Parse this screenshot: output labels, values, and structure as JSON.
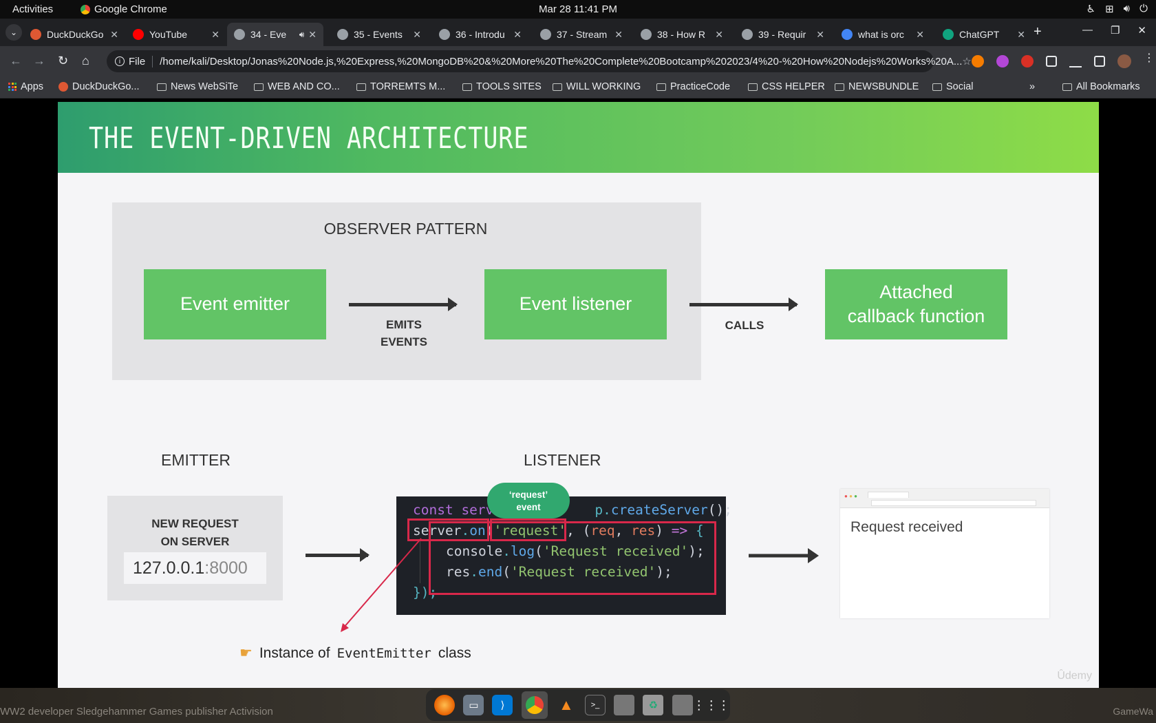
{
  "topbar": {
    "activities": "Activities",
    "app_name": "Google Chrome",
    "clock": "Mar 28  11:41 PM"
  },
  "tabs": [
    {
      "title": "DuckDuckGo",
      "icon": "duckduckgo-icon",
      "color": "#de5833"
    },
    {
      "title": "YouTube",
      "icon": "youtube-icon",
      "color": "#ff0000"
    },
    {
      "title": "34 - Eve",
      "icon": "globe-icon",
      "color": "#9aa0a6",
      "active": true
    },
    {
      "title": "35 - Events",
      "icon": "globe-icon",
      "color": "#9aa0a6"
    },
    {
      "title": "36 - Introdu",
      "icon": "globe-icon",
      "color": "#9aa0a6"
    },
    {
      "title": "37 - Stream",
      "icon": "globe-icon",
      "color": "#9aa0a6"
    },
    {
      "title": "38 - How R",
      "icon": "globe-icon",
      "color": "#9aa0a6"
    },
    {
      "title": "39 - Requir",
      "icon": "globe-icon",
      "color": "#9aa0a6"
    },
    {
      "title": "what is orc",
      "icon": "google-icon",
      "color": "#4285f4"
    },
    {
      "title": "ChatGPT",
      "icon": "chatgpt-icon",
      "color": "#10a37f"
    }
  ],
  "omnibox": {
    "scheme_label": "File",
    "url": "/home/kali/Desktop/Jonas%20Node.js,%20Express,%20MongoDB%20&%20More%20The%20Complete%20Bootcamp%202023/4%20-%20How%20Nodejs%20Works%20A..."
  },
  "bookmarks": {
    "apps": "Apps",
    "items": [
      "DuckDuckGo...",
      "News WebSiTe",
      "WEB AND CO...",
      "TORREMTS  M...",
      "TOOLS SITES",
      "WILL WORKING",
      "PracticeCode",
      "CSS HELPER",
      "NEWSBUNDLE",
      "Social"
    ],
    "more": "»",
    "all": "All Bookmarks"
  },
  "slide": {
    "title": "THE EVENT-DRIVEN ARCHITECTURE",
    "observer_title": "OBSERVER PATTERN",
    "box_emitter": "Event emitter",
    "box_listener": "Event listener",
    "box_callback_1": "Attached",
    "box_callback_2": "callback function",
    "label_emits_1": "EMITS",
    "label_emits_2": "EVENTS",
    "label_calls": "CALLS",
    "emitter_heading": "EMITTER",
    "listener_heading": "LISTENER",
    "new_request_1": "NEW REQUEST",
    "new_request_2": "ON SERVER",
    "ip": "127.0.0.1",
    "port": ":8000",
    "bubble_1": "‘request’",
    "bubble_2": "event",
    "response": "Request received",
    "note_prefix": "Instance of",
    "note_class": "EventEmitter",
    "note_suffix": "class",
    "watermark": "Ûdemy",
    "code": {
      "l1_a": "const serv",
      "l1_b": "p.",
      "l1_c": "createServer",
      "l1_d": "();",
      "l2_a": "server",
      "l2_b": ".",
      "l2_c": "on",
      "l2_d": "(",
      "l2_e": "'request'",
      "l2_f": ", (",
      "l2_g": "req",
      "l2_h": ", ",
      "l2_i": "res",
      "l2_j": ") ",
      "l2_k": "=>",
      "l2_l": " {",
      "l3_a": "console",
      "l3_b": ".",
      "l3_c": "log",
      "l3_d": "(",
      "l3_e": "'Request received'",
      "l3_f": ");",
      "l4_a": "res",
      "l4_b": ".",
      "l4_c": "end",
      "l4_d": "(",
      "l4_e": "'Request received'",
      "l4_f": ");",
      "l5": "});"
    }
  },
  "desktop": {
    "wallpaper_left": "WW2 developer Sledgehammer Games publisher Activision",
    "wallpaper_right": "GameWa"
  }
}
